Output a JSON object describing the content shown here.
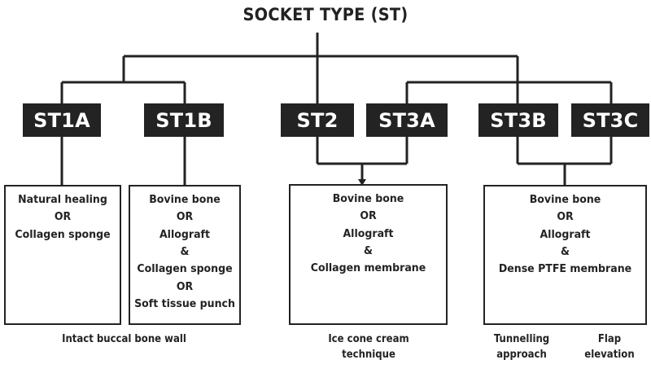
{
  "diagram": {
    "title": "SOCKET TYPE (ST)",
    "colors": {
      "box_fill": "#232323",
      "box_text": "#ffffff",
      "line": "#232323",
      "background": "#ffffff",
      "text": "#232323"
    },
    "nodes": [
      {
        "id": "st1a",
        "label": "ST1A"
      },
      {
        "id": "st1b",
        "label": "ST1B"
      },
      {
        "id": "st2",
        "label": "ST2"
      },
      {
        "id": "st3a",
        "label": "ST3A"
      },
      {
        "id": "st3b",
        "label": "ST3B"
      },
      {
        "id": "st3c",
        "label": "ST3C"
      }
    ],
    "treatment_boxes": [
      {
        "id": "box-st1a",
        "for": "ST1A",
        "lines": [
          "Natural healing",
          "OR",
          "Collagen sponge"
        ]
      },
      {
        "id": "box-st1b",
        "for": "ST1B",
        "lines": [
          "Bovine bone",
          "OR",
          "Allograft",
          "&",
          "Collagen sponge",
          "OR",
          "Soft tissue punch"
        ]
      },
      {
        "id": "box-st2-st3a",
        "for": "ST2 / ST3A",
        "lines": [
          "Bovine bone",
          "OR",
          "Allograft",
          "&",
          "Collagen membrane"
        ]
      },
      {
        "id": "box-st3b-st3c",
        "for": "ST3B / ST3C",
        "lines": [
          "Bovine bone",
          "OR",
          "Allograft",
          "&",
          "Dense PTFE membrane"
        ]
      }
    ],
    "captions": [
      {
        "id": "caption-1",
        "lines": [
          "Intact buccal bone wall"
        ]
      },
      {
        "id": "caption-2",
        "lines": [
          "Ice cone cream",
          "technique"
        ]
      },
      {
        "id": "caption-3",
        "lines": [
          "Tunnelling",
          "approach"
        ]
      },
      {
        "id": "caption-4",
        "lines": [
          "Flap",
          "elevation"
        ]
      }
    ]
  }
}
